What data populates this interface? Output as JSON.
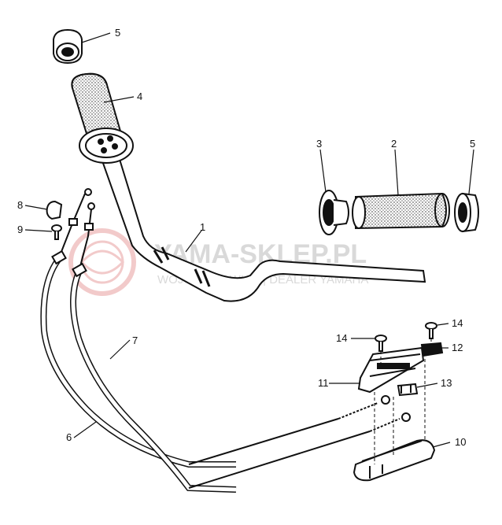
{
  "watermark": {
    "brand": "YAMA-SKLEP.PL",
    "dealer": "WOJCIECHOWICZ | DEALER YAMAHA"
  },
  "colors": {
    "ink": "#111111",
    "watermark_gray": "#d9d9d9",
    "watermark_red": "#e8a0a0"
  },
  "callouts": [
    {
      "id": "c1",
      "label": "1"
    },
    {
      "id": "c2",
      "label": "2"
    },
    {
      "id": "c3",
      "label": "3"
    },
    {
      "id": "c4",
      "label": "4"
    },
    {
      "id": "c5a",
      "label": "5"
    },
    {
      "id": "c5b",
      "label": "5"
    },
    {
      "id": "c6",
      "label": "6"
    },
    {
      "id": "c7",
      "label": "7"
    },
    {
      "id": "c8",
      "label": "8"
    },
    {
      "id": "c9",
      "label": "9"
    },
    {
      "id": "c10",
      "label": "10"
    },
    {
      "id": "c11",
      "label": "11"
    },
    {
      "id": "c12",
      "label": "12"
    },
    {
      "id": "c13",
      "label": "13"
    },
    {
      "id": "c14a",
      "label": "14"
    },
    {
      "id": "c14b",
      "label": "14"
    }
  ]
}
